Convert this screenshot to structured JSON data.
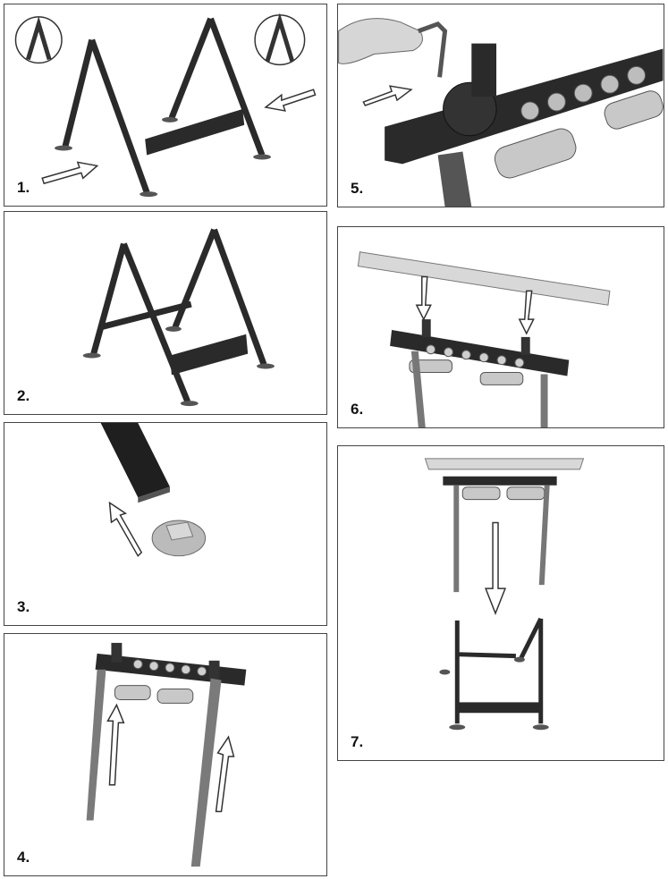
{
  "steps": [
    {
      "id": "p1",
      "label": "1."
    },
    {
      "id": "p2",
      "label": "2."
    },
    {
      "id": "p3",
      "label": "3."
    },
    {
      "id": "p4",
      "label": "4."
    },
    {
      "id": "p5",
      "label": "5."
    },
    {
      "id": "p6",
      "label": "6."
    },
    {
      "id": "p7",
      "label": "7."
    }
  ],
  "colors": {
    "metal": "#2a2a2a",
    "roller": "#c8c8c8",
    "frame": "#444444",
    "arrow_fill": "#ffffff"
  }
}
